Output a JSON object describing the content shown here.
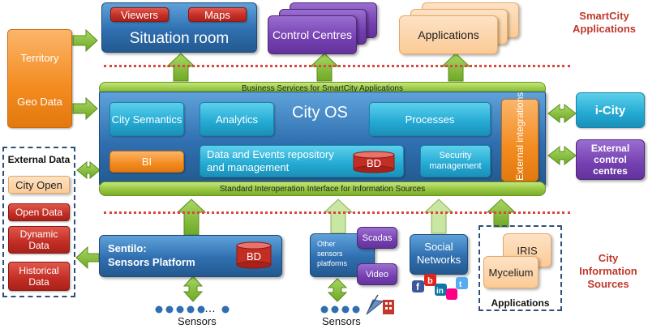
{
  "app": {
    "situation_room": "Situation room",
    "viewers": "Viewers",
    "maps": "Maps",
    "control_centres": "Control Centres",
    "applications_top": "Applications",
    "smartcity_applications_label": "SmartCity Applications",
    "territory": "Territory",
    "geo_data": "Geo Data",
    "business_services": "Business Services for SmartCity Applications",
    "city_os": "City OS",
    "city_semantics": "City Semantics",
    "analytics": "Analytics",
    "processes": "Processes",
    "bi": "BI",
    "data_events": "Data and Events repository and management",
    "bd": "BD",
    "security_management": "Security management",
    "external_integrations": "External integrations",
    "standard_interface": "Standard Interoperation Interface for Information Sources",
    "i_city": "i-City",
    "external_control_centres": "External control centres",
    "external_data": "External Data",
    "city_open": "City Open",
    "open_data": "Open Data",
    "dynamic_data": "Dynamic Data",
    "historical_data": "Historical Data",
    "sentilo": "Sentilo:",
    "sensors_platform": "Sensors Platform",
    "other_sensors_platforms": "Other sensors platforms",
    "scadas": "Scadas",
    "video": "Video",
    "social_networks": "Social Networks",
    "iris": "IRIS",
    "mycelium": "Mycelium",
    "applications_bottom": "Applications",
    "city_information_sources": "City Information Sources",
    "sensors_1": "Sensors",
    "sensors_2": "Sensors",
    "ellipsis_1": "…",
    "ellipsis_2": "…"
  },
  "colors": {
    "blue": "#2f6fb0",
    "cyan": "#23a9d3",
    "orange": "#f38b1f",
    "purple": "#7540b1",
    "red": "#c22d24",
    "green_arrow": "#8cc63f",
    "label_red": "#c0392b"
  },
  "icons": [
    "double-arrow-icon",
    "up-arrow-icon",
    "left-arrow-icon",
    "database-icon",
    "sensor-dots-icon",
    "social-logos-icon",
    "satellite-dish-icon"
  ]
}
